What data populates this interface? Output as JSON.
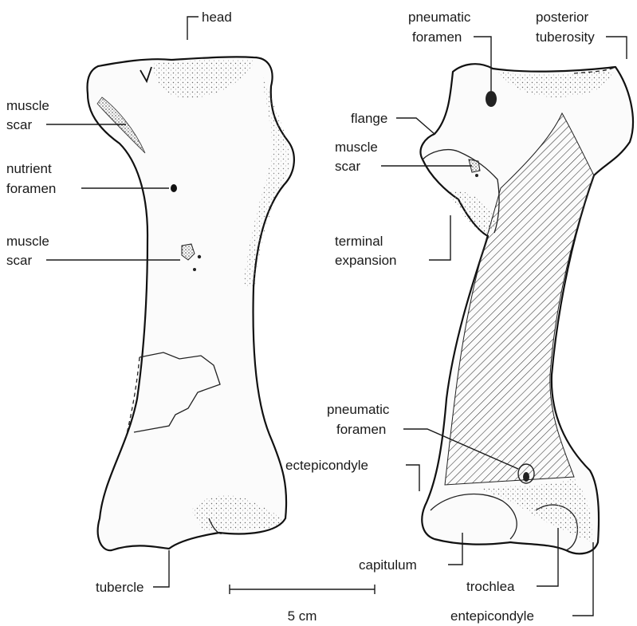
{
  "labels": {
    "left": {
      "head": "head",
      "muscle_scar_top_1": "muscle",
      "muscle_scar_top_2": "scar",
      "nutrient_foramen_1": "nutrient",
      "nutrient_foramen_2": "foramen",
      "muscle_scar_mid_1": "muscle",
      "muscle_scar_mid_2": "scar",
      "tubercle": "tubercle"
    },
    "right": {
      "pneumatic_foramen_top_1": "pneumatic",
      "pneumatic_foramen_top_2": "foramen",
      "posterior_tuberosity_1": "posterior",
      "posterior_tuberosity_2": "tuberosity",
      "flange": "flange",
      "muscle_scar_1": "muscle",
      "muscle_scar_2": "scar",
      "terminal_expansion_1": "terminal",
      "terminal_expansion_2": "expansion",
      "pneumatic_foramen_bottom_1": "pneumatic",
      "pneumatic_foramen_bottom_2": "foramen",
      "ectepicondyle": "ectepicondyle",
      "capitulum": "capitulum",
      "trochlea": "trochlea",
      "entepicondyle": "entepicondyle"
    }
  },
  "scale_bar": {
    "label": "5 cm"
  },
  "colors": {
    "ink": "#1a1a1a",
    "bone_fill": "#fbfbfb",
    "hatch": "#333333"
  }
}
